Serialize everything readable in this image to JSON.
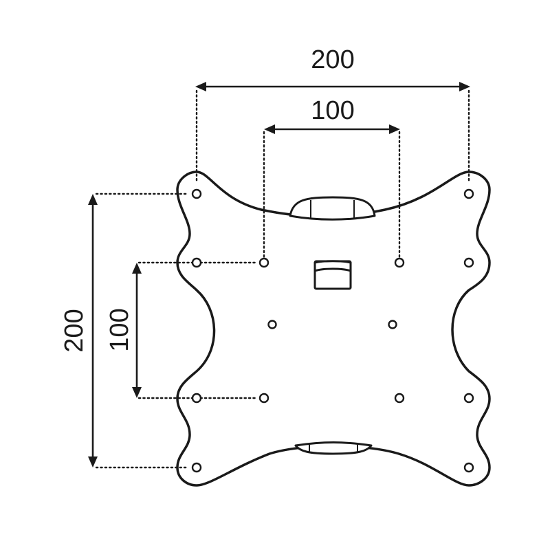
{
  "dimensions": {
    "horizontal_outer": "200",
    "horizontal_inner": "100",
    "vertical_outer": "200",
    "vertical_inner": "100"
  }
}
